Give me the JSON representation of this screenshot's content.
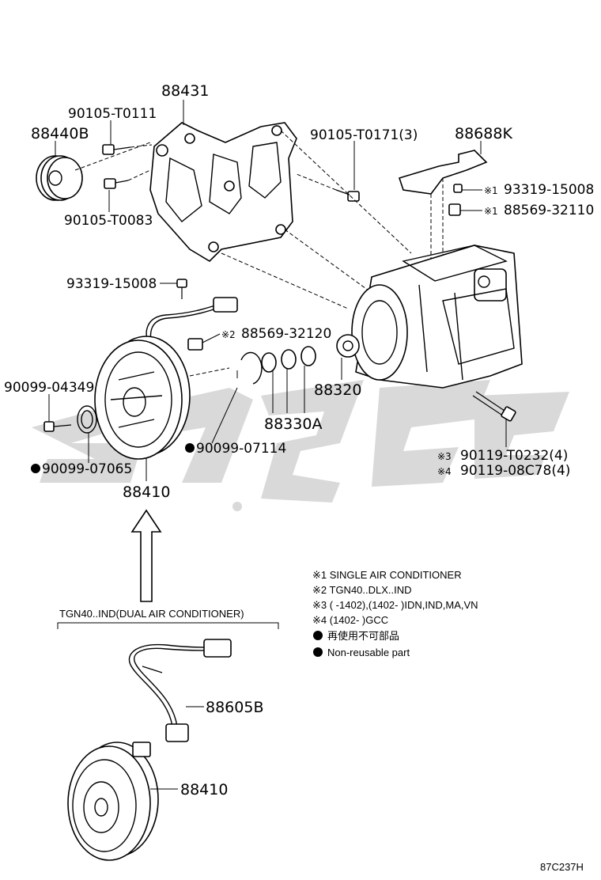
{
  "callouts": {
    "bracket": "88431",
    "bolt_t0111": "90105-T0111",
    "idler_pulley": "88440B",
    "bolt_t0083": "90105-T0083",
    "bolt_t0171": "90105-T0171(3)",
    "bracket_k": "88688K",
    "bolt_15008_upper": "93319-15008",
    "clip_32110": "88569-32110",
    "bolt_15008_lower": "93319-15008",
    "clip_32120": "88569-32120",
    "compressor": "88320",
    "bolt_04349": "90099-04349",
    "o_rings": "88330A",
    "snap_ring": "90099-07114",
    "shim": "90099-07065",
    "clutch_upper": "88410",
    "bolt_t0232": "90119-T0232(4)",
    "bolt_08c78": "90119-08C78(4)",
    "harness": "88605B",
    "clutch_lower": "88410"
  },
  "marks": {
    "m1": "※1",
    "m2": "※2",
    "m3": "※3",
    "m4": "※4"
  },
  "legend": {
    "l1": "※1 SINGLE AIR CONDITIONER",
    "l2": "※2 TGN40..DLX..IND",
    "l3": "※3 (        -1402),(1402-          )IDN,IND,MA,VN",
    "l4": "※4 (1402-          )GCC",
    "l5": "再使用不可部品",
    "l6": "Non-reusable part"
  },
  "variant_header": "TGN40..IND(DUAL AIR CONDITIONER)",
  "diagram_code": "87C237H",
  "watermark": "",
  "colors": {
    "line": "#000000",
    "background": "#ffffff",
    "watermark": "#d0d0d0"
  }
}
